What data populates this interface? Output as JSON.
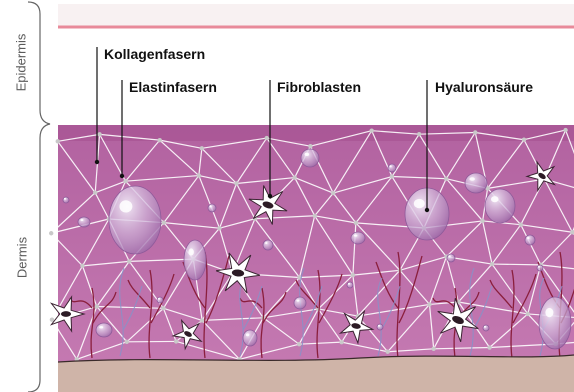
{
  "layers": {
    "epidermis": "Epidermis",
    "dermis": "Dermis"
  },
  "callouts": {
    "collagen": "Kollagenfasern",
    "elastin": "Elastinfasern",
    "fibroblasts": "Fibroblasten",
    "hyaluronic": "Hyaluronsäure"
  },
  "colors": {
    "dermis_fill": "#bb6fa8",
    "epidermis_line": "#e88a9a",
    "base_layer": "#cfb4a8",
    "elastin_fiber": "#8a1f3d",
    "collagen_fiber": "#ffffff",
    "droplet": "#d9c6e3"
  }
}
